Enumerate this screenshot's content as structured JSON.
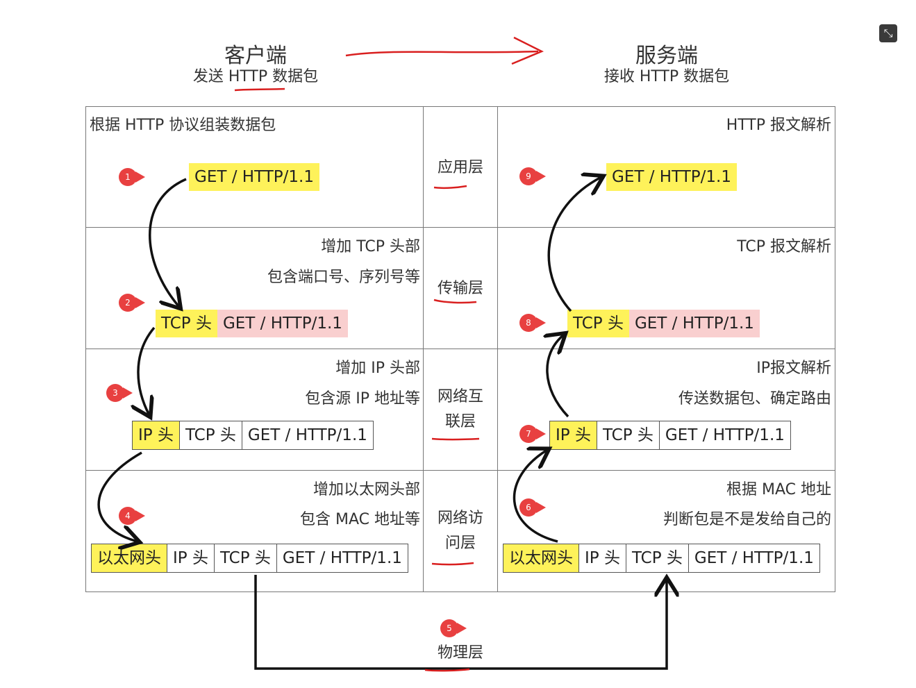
{
  "header": {
    "client_title": "客户端",
    "client_sub": "发送 HTTP 数据包",
    "server_title": "服务端",
    "server_sub": "接收 HTTP 数据包"
  },
  "layers": {
    "application": "应用层",
    "transport": "传输层",
    "network_line1": "网络互",
    "network_line2": "联层",
    "link_line1": "网络访",
    "link_line2": "问层",
    "physical": "物理层"
  },
  "client": {
    "app_desc": "根据 HTTP 协议组装数据包",
    "tcp_desc1": "增加 TCP 头部",
    "tcp_desc2": "包含端口号、序列号等",
    "ip_desc1": "增加 IP 头部",
    "ip_desc2": "包含源 IP 地址等",
    "eth_desc1": "增加以太网头部",
    "eth_desc2": "包含 MAC 地址等"
  },
  "server": {
    "app_desc": "HTTP 报文解析",
    "tcp_desc": "TCP 报文解析",
    "ip_desc1": "IP报文解析",
    "ip_desc2": "传送数据包、确定路由",
    "eth_desc1": "根据 MAC 地址",
    "eth_desc2": "判断包是不是发给自己的"
  },
  "packet": {
    "http": "GET / HTTP/1.1",
    "tcp": "TCP 头",
    "ip": "IP 头",
    "eth": "以太网头"
  },
  "steps": {
    "s1": "1",
    "s2": "2",
    "s3": "3",
    "s4": "4",
    "s5": "5",
    "s6": "6",
    "s7": "7",
    "s8": "8",
    "s9": "9"
  },
  "colors": {
    "highlight": "#fef25a",
    "pink": "#f9cfcf",
    "annotation_red": "#d91f1f",
    "badge_red": "#e84040"
  },
  "icons": {
    "fullscreen": "collapse-fullscreen-icon"
  }
}
